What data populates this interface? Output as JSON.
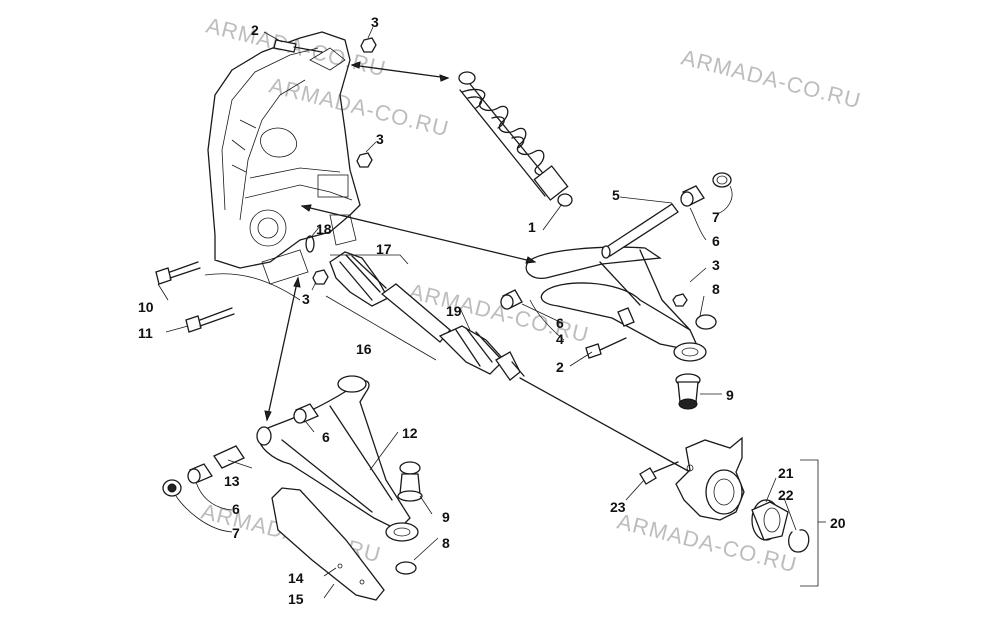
{
  "watermark": "ARMADA-CO.RU",
  "callouts": [
    "1",
    "2",
    "3",
    "4",
    "5",
    "6",
    "7",
    "8",
    "9",
    "10",
    "11",
    "12",
    "13",
    "14",
    "15",
    "16",
    "17",
    "18",
    "19",
    "20",
    "21",
    "22",
    "23"
  ]
}
